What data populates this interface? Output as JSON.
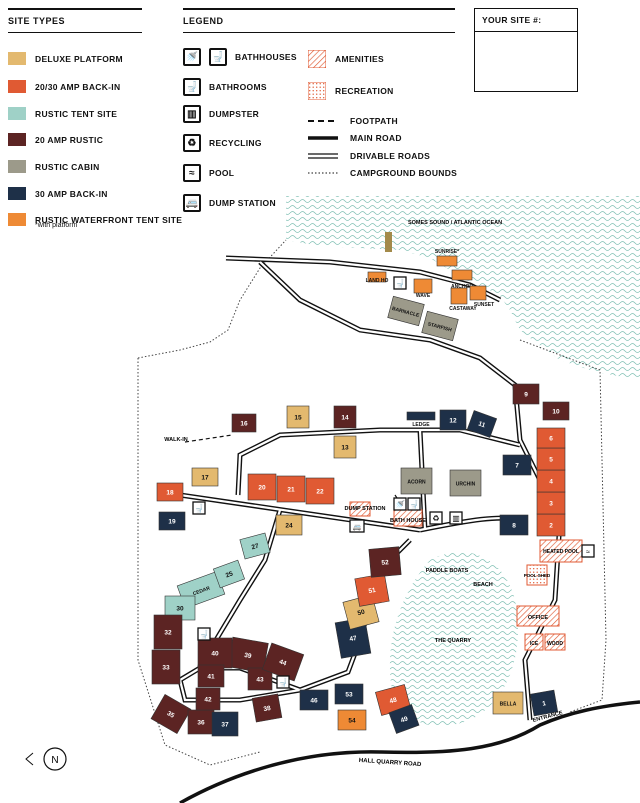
{
  "site_types": {
    "heading": "SITE TYPES",
    "items": [
      {
        "label": "DELUXE PLATFORM",
        "color": "#e3b96f"
      },
      {
        "label": "20/30 AMP BACK-IN",
        "color": "#e05a33"
      },
      {
        "label": "RUSTIC TENT SITE",
        "color": "#9fd1c7"
      },
      {
        "label": "20 AMP RUSTIC",
        "color": "#5c2423"
      },
      {
        "label": "RUSTIC CABIN",
        "color": "#9c9a8a"
      },
      {
        "label": "30 AMP BACK-IN",
        "color": "#1e3048"
      },
      {
        "label": "RUSTIC WATERFRONT TENT SITE",
        "color": "#ee8a35"
      }
    ],
    "note": "*with platform"
  },
  "legend": {
    "heading": "LEGEND",
    "icons": [
      {
        "label": "BATHHOUSES",
        "icon": "shower-toilet-icon"
      },
      {
        "label": "BATHROOMS",
        "icon": "toilet-icon"
      },
      {
        "label": "DUMPSTER",
        "icon": "dumpster-icon"
      },
      {
        "label": "RECYCLING",
        "icon": "recycling-icon"
      },
      {
        "label": "POOL",
        "icon": "pool-icon"
      },
      {
        "label": "DUMP STATION",
        "icon": "rv-icon"
      }
    ],
    "areas": [
      {
        "label": "AMENITIES",
        "pattern": "hatch"
      },
      {
        "label": "RECREATION",
        "pattern": "dots"
      }
    ],
    "lines": [
      {
        "label": "FOOTPATH",
        "style": "dashed"
      },
      {
        "label": "MAIN ROAD",
        "style": "thick"
      },
      {
        "label": "DRIVABLE ROADS",
        "style": "double"
      },
      {
        "label": "CAMPGROUND BOUNDS",
        "style": "dotted"
      }
    ]
  },
  "your_site": {
    "label": "YOUR SITE #:"
  },
  "map": {
    "ocean_label": "SOMES SOUND / ATLANTIC OCEAN",
    "road_label": "HALL QUARRY ROAD",
    "entrance_label": "ENTRANCE",
    "quarry_label": "THE QUARRY",
    "paddle_label": "PADDLE BOATS",
    "beach_label": "BEACH",
    "walkin_label": "WALK-IN",
    "dump_label": "DUMP STATION",
    "bath_label": "BATH HOUSE",
    "pool_label": "HEATED POOL",
    "poolshed_label": "POOL SHED",
    "office_label": "OFFICE",
    "ice_label": "ICE",
    "wood_label": "WOOD",
    "north_label": "N",
    "sites": [
      {
        "label": "SUNRISE*",
        "type": "waterfront"
      },
      {
        "label": "ANCHOR",
        "type": "waterfront"
      },
      {
        "label": "LAND HO",
        "type": "waterfront"
      },
      {
        "label": "WAVE",
        "type": "waterfront"
      },
      {
        "label": "SUNSET",
        "type": "waterfront"
      },
      {
        "label": "CASTAWAY",
        "type": "waterfront"
      },
      {
        "label": "BARNACLE",
        "type": "cabin"
      },
      {
        "label": "STARFISH",
        "type": "cabin"
      },
      {
        "label": "ACORN",
        "type": "cabin"
      },
      {
        "label": "URCHIN",
        "type": "cabin"
      },
      {
        "label": "LEDGE",
        "type": "amp30"
      },
      {
        "label": "CEDAR",
        "type": "tent"
      },
      {
        "label": "BELLA",
        "type": "deluxe"
      },
      {
        "label": "1",
        "type": "amp30"
      },
      {
        "label": "2",
        "type": "amp2030"
      },
      {
        "label": "3",
        "type": "amp2030"
      },
      {
        "label": "4",
        "type": "amp2030"
      },
      {
        "label": "5",
        "type": "amp2030"
      },
      {
        "label": "6",
        "type": "amp2030"
      },
      {
        "label": "7",
        "type": "amp30"
      },
      {
        "label": "8",
        "type": "amp30"
      },
      {
        "label": "9",
        "type": "rustic20"
      },
      {
        "label": "10",
        "type": "rustic20"
      },
      {
        "label": "11",
        "type": "amp30"
      },
      {
        "label": "12",
        "type": "amp30"
      },
      {
        "label": "13",
        "type": "deluxe"
      },
      {
        "label": "14",
        "type": "rustic20"
      },
      {
        "label": "15",
        "type": "deluxe"
      },
      {
        "label": "16",
        "type": "rustic20"
      },
      {
        "label": "17",
        "type": "deluxe"
      },
      {
        "label": "18",
        "type": "amp2030"
      },
      {
        "label": "19",
        "type": "amp30"
      },
      {
        "label": "20",
        "type": "amp2030"
      },
      {
        "label": "21",
        "type": "amp2030"
      },
      {
        "label": "22",
        "type": "amp2030"
      },
      {
        "label": "24",
        "type": "deluxe"
      },
      {
        "label": "25",
        "type": "tent"
      },
      {
        "label": "27",
        "type": "tent"
      },
      {
        "label": "30",
        "type": "tent"
      },
      {
        "label": "32",
        "type": "rustic20"
      },
      {
        "label": "33",
        "type": "rustic20"
      },
      {
        "label": "35",
        "type": "rustic20"
      },
      {
        "label": "36",
        "type": "rustic20"
      },
      {
        "label": "37",
        "type": "amp30"
      },
      {
        "label": "38",
        "type": "rustic20"
      },
      {
        "label": "39",
        "type": "rustic20"
      },
      {
        "label": "40",
        "type": "rustic20"
      },
      {
        "label": "41",
        "type": "rustic20"
      },
      {
        "label": "42",
        "type": "rustic20"
      },
      {
        "label": "43",
        "type": "rustic20"
      },
      {
        "label": "44",
        "type": "rustic20"
      },
      {
        "label": "46",
        "type": "amp30"
      },
      {
        "label": "47",
        "type": "amp30"
      },
      {
        "label": "48",
        "type": "amp2030"
      },
      {
        "label": "49",
        "type": "amp30"
      },
      {
        "label": "50",
        "type": "deluxe"
      },
      {
        "label": "51",
        "type": "amp2030"
      },
      {
        "label": "52",
        "type": "rustic20"
      },
      {
        "label": "53",
        "type": "amp30"
      },
      {
        "label": "54",
        "type": "waterfront"
      }
    ]
  }
}
